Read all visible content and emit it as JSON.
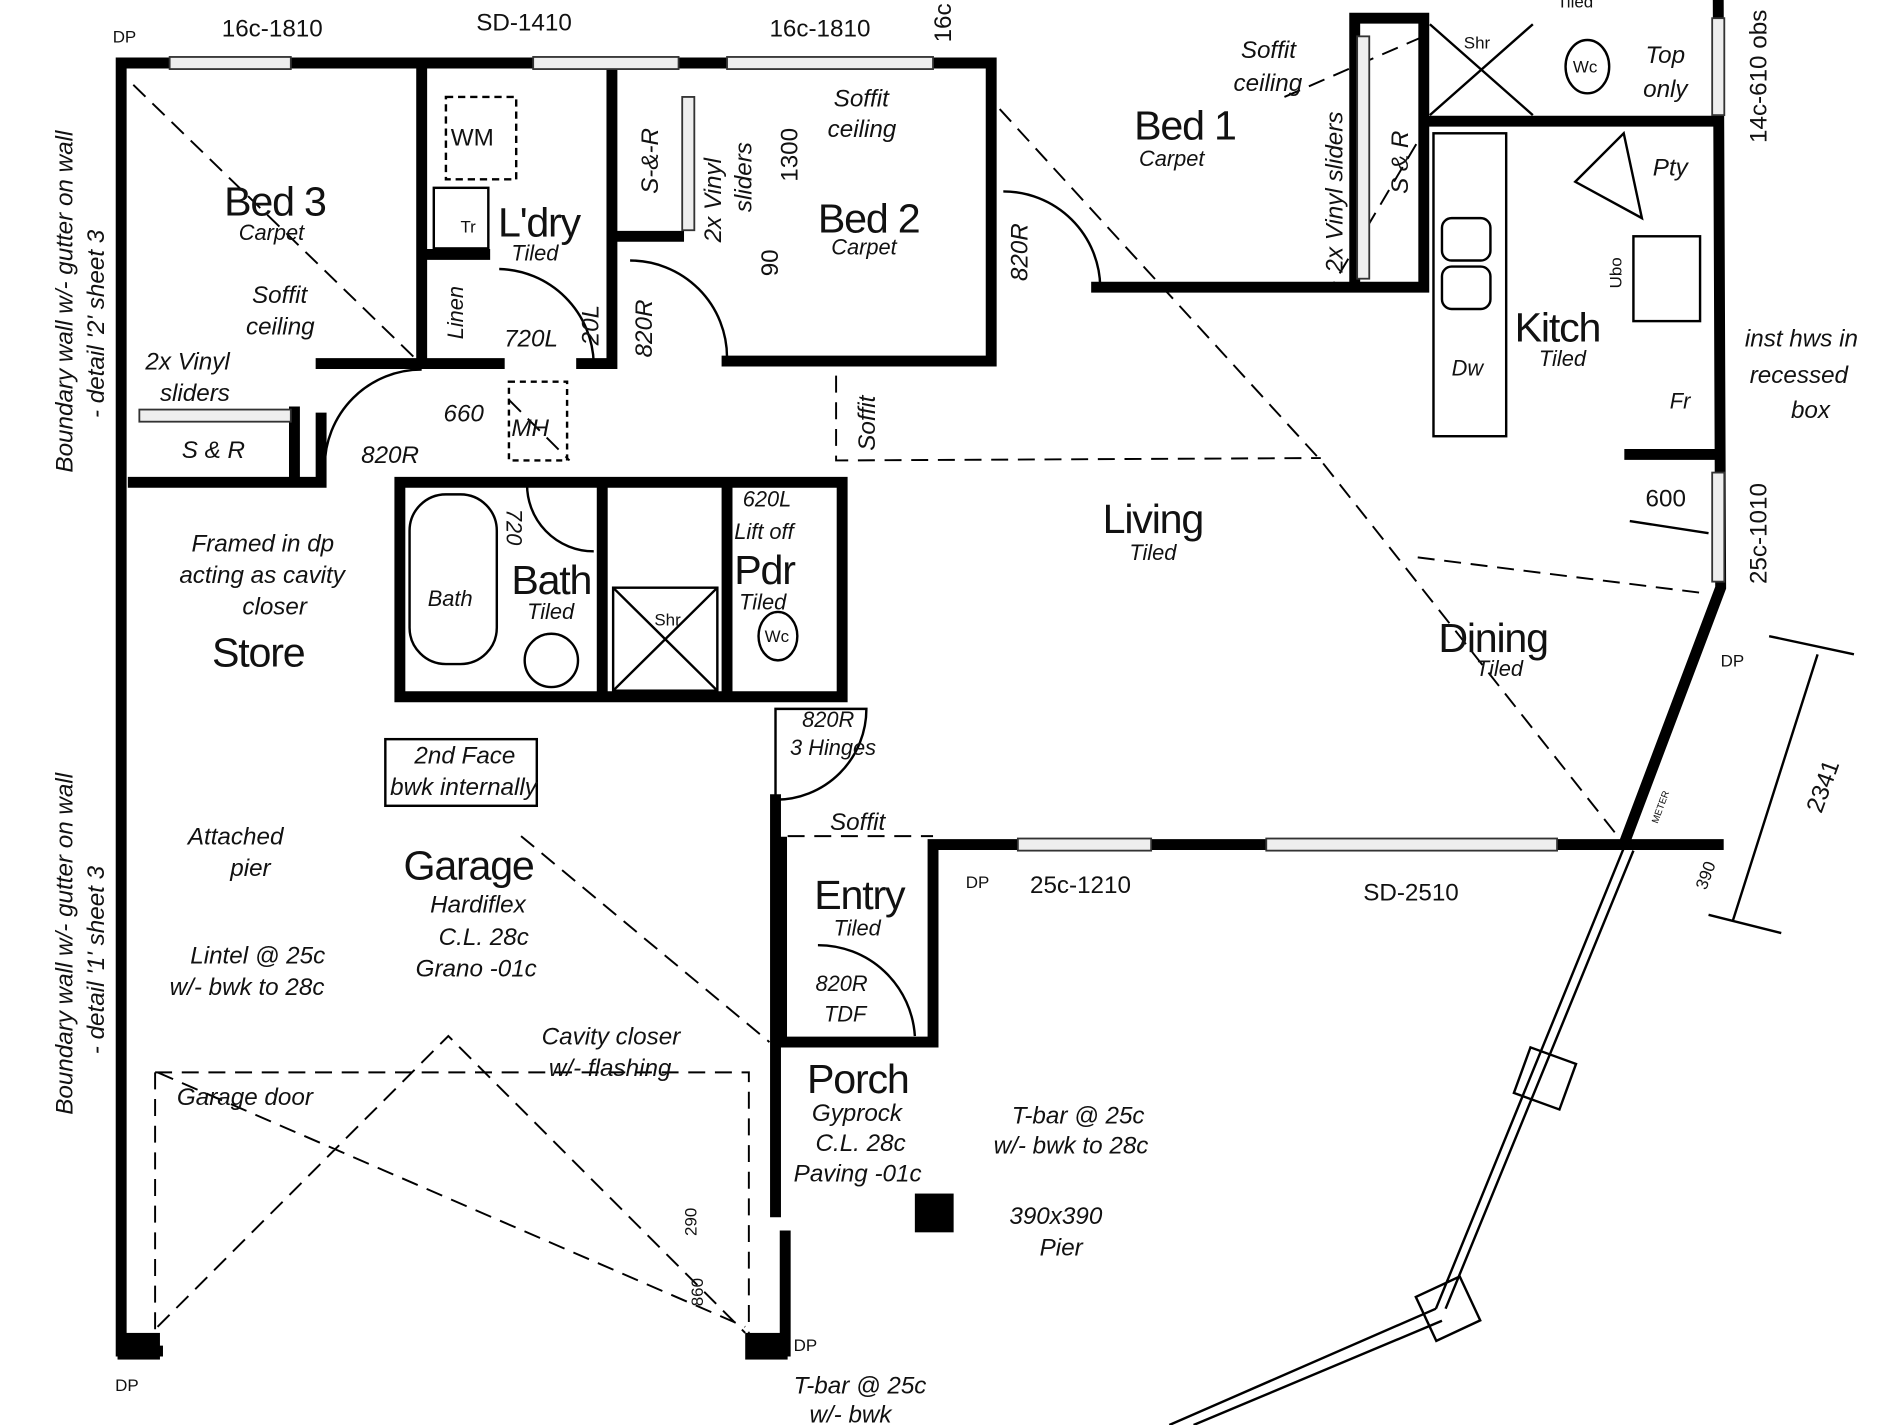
{
  "title": "Floor plan",
  "top": {
    "dp": "DP",
    "win_bed3": "16c-1810",
    "door_ldry": "SD-1410",
    "win_bed2": "16c-1810",
    "win_partial": "16c"
  },
  "bed3": {
    "name": "Bed 3",
    "floor": "Carpet",
    "soffit1": "Soffit",
    "soffit2": "ceiling",
    "sliders1": "2x Vinyl",
    "sliders2": "sliders",
    "robe": "S & R",
    "door": "820R"
  },
  "laundry": {
    "name": "L'dry",
    "floor": "Tiled",
    "wm": "WM",
    "trough": "Tr",
    "linen": "Linen",
    "door1": "720L",
    "door2": "20L",
    "mh_dim": "660",
    "mh": "MH"
  },
  "bed2": {
    "name": "Bed 2",
    "floor": "Carpet",
    "robe": "S-&-R",
    "sliders": "2x Vinyl",
    "sliders2": "sliders",
    "dim1300": "1300",
    "dim90": "90",
    "soffit1": "Soffit",
    "soffit2": "ceiling",
    "door": "820R",
    "soffit_hall": "Soffit"
  },
  "bed1": {
    "name": "Bed 1",
    "floor": "Carpet",
    "door": "820R",
    "soffit1": "Soffit",
    "soffit2": "ceiling",
    "sliders": "2x Vinyl sliders",
    "robe": "S & R"
  },
  "ensuite": {
    "shr": "Shr",
    "wc": "Wc",
    "tiled": "Tiled",
    "top1": "Top",
    "top2": "only"
  },
  "kitchen": {
    "name": "Kitch",
    "floor": "Tiled",
    "pantry": "Pty",
    "ubo": "Ubo",
    "dw": "Dw",
    "fridge": "Fr"
  },
  "east": {
    "win_top": "14c-610 obs",
    "hws1": "inst hws in",
    "hws2": "recessed",
    "hws3": "box",
    "dim600": "600",
    "win_mid": "25c-1010",
    "dp": "DP",
    "meter": "METER",
    "dim2341": "2341",
    "dim390": "390"
  },
  "living": {
    "name": "Living",
    "floor": "Tiled"
  },
  "dining": {
    "name": "Dining",
    "floor": "Tiled"
  },
  "south": {
    "dp": "DP",
    "win": "25c-1210",
    "door": "SD-2510"
  },
  "store": {
    "name": "Store",
    "note1": "Framed in dp",
    "note2": "acting as cavity",
    "note3": "closer"
  },
  "bath": {
    "name": "Bath",
    "floor": "Tiled",
    "tub": "Bath",
    "door": "720",
    "shr": "Shr"
  },
  "powder": {
    "name": "Pdr",
    "floor": "Tiled",
    "door1": "620L",
    "door2": "Lift off",
    "wc": "Wc"
  },
  "garage": {
    "name": "Garage",
    "l1": "Hardiflex",
    "l2": "C.L. 28c",
    "l3": "Grano -01c",
    "face1": "2nd Face",
    "face2": "bwk internally",
    "door_label": "Garage door",
    "d290": "290",
    "d860": "860",
    "dp1": "DP",
    "dp2": "DP",
    "hinge1": "820R",
    "hinge2": "3 Hinges"
  },
  "left_notes": {
    "boundary1a": "Boundary wall w/- gutter on wall",
    "boundary1b": "- detail '2' sheet 3",
    "boundary2a": "Boundary wall w/- gutter on wall",
    "boundary2b": "- detail '1' sheet 3",
    "pier1": "Attached",
    "pier2": "pier",
    "lintel1": "Lintel @ 25c",
    "lintel2": "w/- bwk to 28c"
  },
  "entry": {
    "name": "Entry",
    "floor": "Tiled",
    "soffit": "Soffit",
    "door1": "820R",
    "door2": "TDF",
    "cavity1": "Cavity closer",
    "cavity2": "w/- flashing"
  },
  "porch": {
    "name": "Porch",
    "l1": "Gyprock",
    "l2": "C.L. 28c",
    "l3": "Paving -01c",
    "tbar1": "T-bar @ 25c",
    "tbar2": "w/- bwk to 28c",
    "pier1": "390x390",
    "pier2": "Pier",
    "tbar3": "T-bar @ 25c",
    "tbar4": "w/- bwk"
  }
}
